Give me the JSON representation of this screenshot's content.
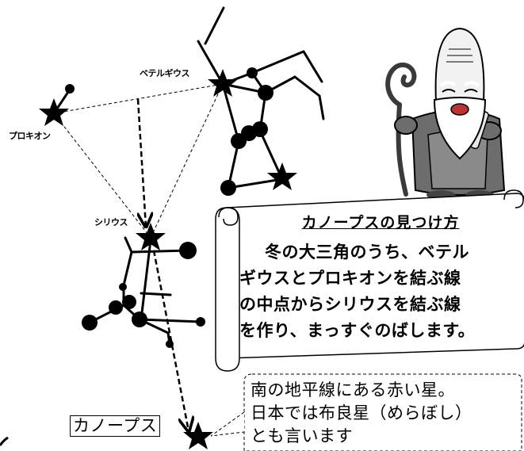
{
  "labels": {
    "betelgeuse": "ベテルギウス",
    "procyon": "プロキオン",
    "sirius": "シリウス",
    "canopus": "カノープス"
  },
  "scroll": {
    "title": "カノープスの見つけ方",
    "lines": [
      "冬の大三角のうち、ベテル",
      "ギウスとプロキオンを結ぶ線",
      "の中点からシリウスを結ぶ線",
      "を作り、まっすぐのばします。"
    ]
  },
  "note": {
    "lines": [
      "南の地平線にある赤い星。",
      "日本では布良星（めらぼし）",
      "とも言います"
    ]
  },
  "colors": {
    "ink": "#000000",
    "paper": "#ffffff",
    "robe": "#6d6d6d",
    "staff": "#3a3a3a"
  },
  "icons": {
    "character": "elder-god-character-icon",
    "scroll": "scroll-icon"
  }
}
